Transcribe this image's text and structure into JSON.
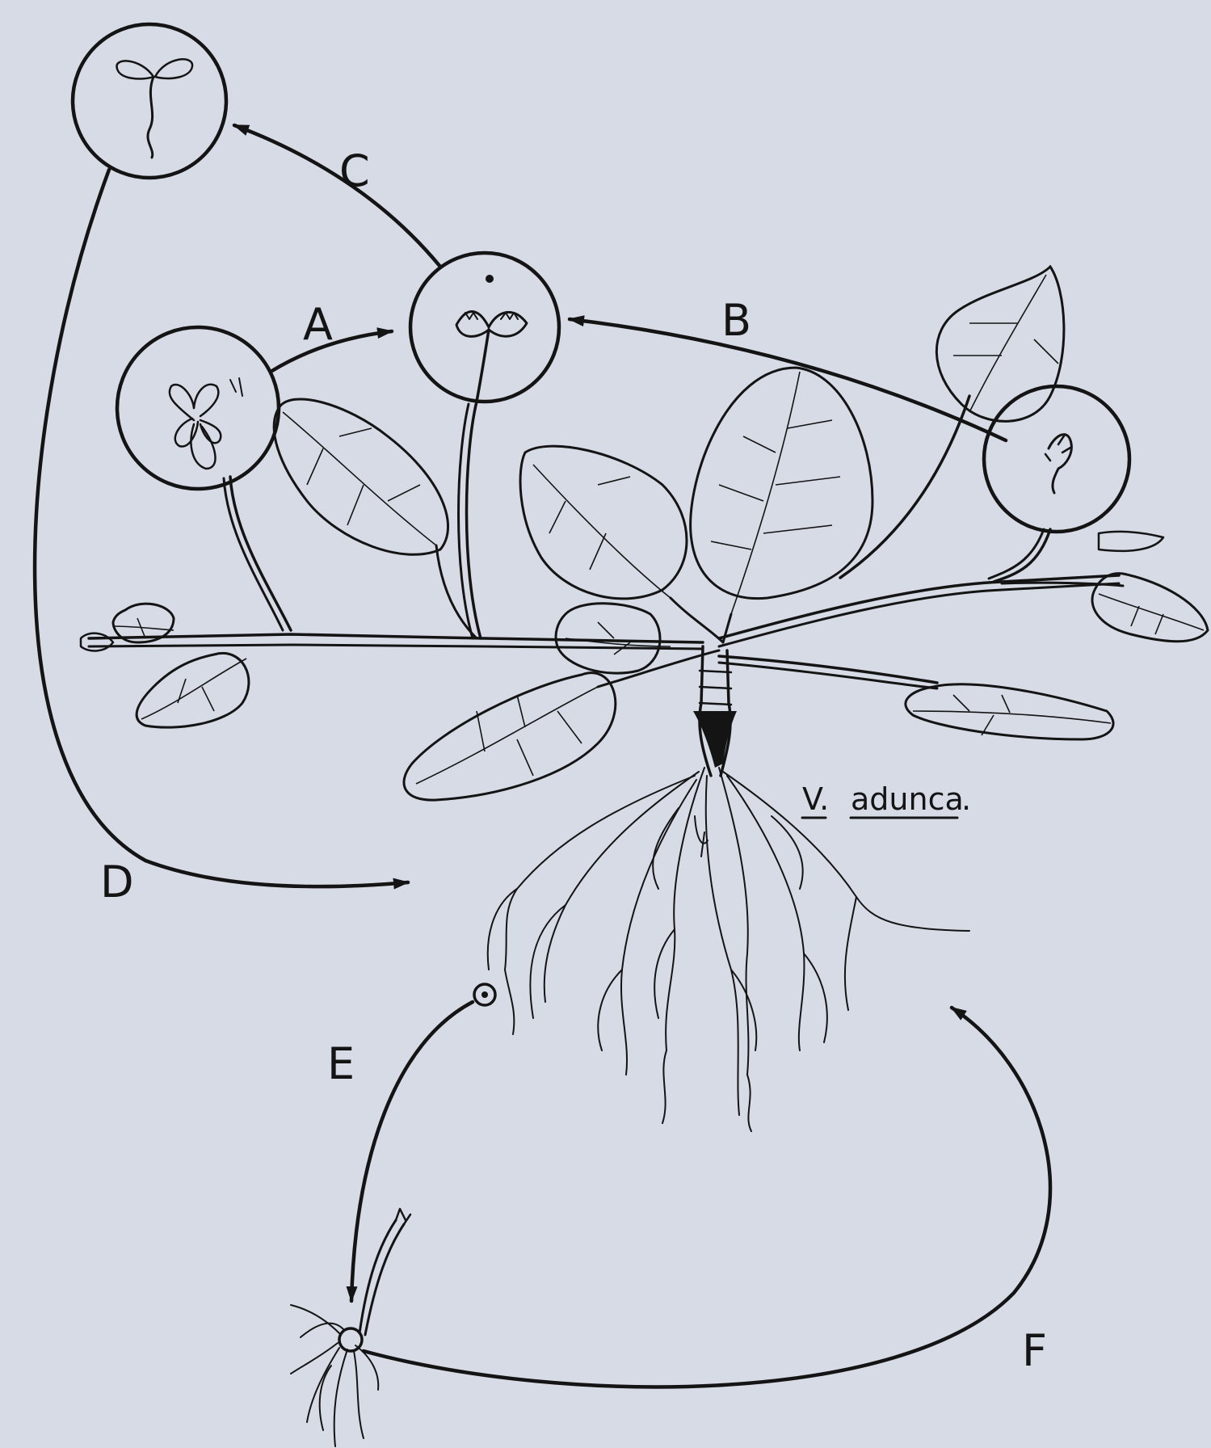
{
  "labels": {
    "a": "A",
    "b": "B",
    "c": "C",
    "d": "D",
    "e": "E",
    "f": "F"
  },
  "species": {
    "genus": "V.",
    "epithet": "adunca",
    "dot": "."
  },
  "colors": {
    "background": "#d6dbe6",
    "ink": "#141414"
  }
}
